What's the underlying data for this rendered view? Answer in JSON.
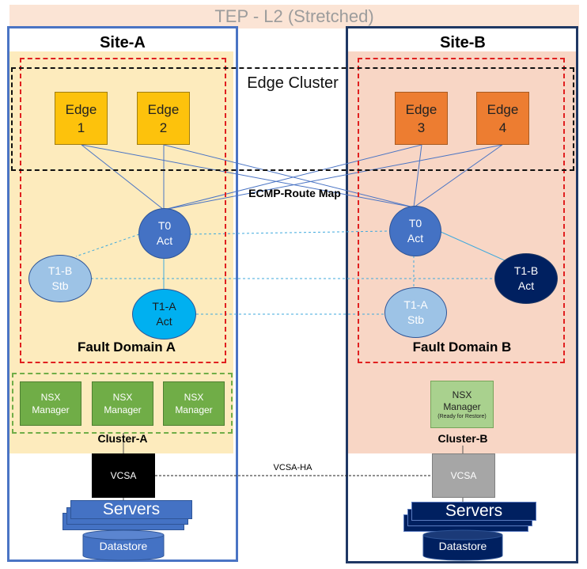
{
  "banner": {
    "title": "TEP - L2 (Stretched)"
  },
  "site_a": {
    "title": "Site-A",
    "edges": [
      {
        "l1": "Edge",
        "l2": "1"
      },
      {
        "l1": "Edge",
        "l2": "2"
      }
    ],
    "t0": {
      "l1": "T0",
      "l2": "Act"
    },
    "t1b": {
      "l1": "T1-B",
      "l2": "Stb"
    },
    "t1a": {
      "l1": "T1-A",
      "l2": "Act"
    },
    "fault_domain": "Fault Domain A",
    "nsx_managers": [
      {
        "l1": "NSX",
        "l2": "Manager"
      },
      {
        "l1": "NSX",
        "l2": "Manager"
      },
      {
        "l1": "NSX",
        "l2": "Manager"
      }
    ],
    "cluster": "Cluster-A",
    "vcsa": "VCSA",
    "servers": "Servers",
    "datastore": "Datastore"
  },
  "site_b": {
    "title": "Site-B",
    "edges": [
      {
        "l1": "Edge",
        "l2": "3"
      },
      {
        "l1": "Edge",
        "l2": "4"
      }
    ],
    "t0": {
      "l1": "T0",
      "l2": "Act"
    },
    "t1b": {
      "l1": "T1-B",
      "l2": "Act"
    },
    "t1a": {
      "l1": "T1-A",
      "l2": "Stb"
    },
    "fault_domain": "Fault Domain B",
    "nsx_manager": {
      "l1": "NSX",
      "l2": "Manager",
      "note": "(Ready for Restore)"
    },
    "cluster": "Cluster-B",
    "vcsa": "VCSA",
    "servers": "Servers",
    "datastore": "Datastore"
  },
  "edge_cluster": "Edge Cluster",
  "ecmp_label": "ECMP-Route Map",
  "vcsa_link": "VCSA-HA"
}
